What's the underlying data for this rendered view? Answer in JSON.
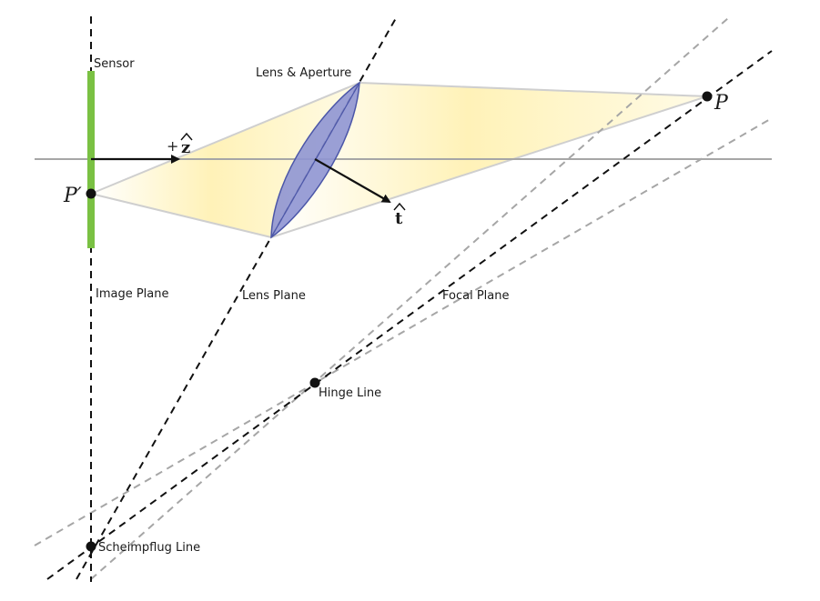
{
  "labels": {
    "sensor": "Sensor",
    "lens_aperture": "Lens & Aperture",
    "image_plane": "Image Plane",
    "lens_plane": "Lens Plane",
    "focal_plane": "Focal Plane",
    "hinge_line": "Hinge Line",
    "scheimpflug_line": "Scheimpflug Line",
    "point_p": "P",
    "point_p_prime": "P′",
    "z_sign": "+",
    "z_vector": "z",
    "t_vector": "t"
  },
  "colors": {
    "sensor": "#7ac143",
    "lens_fill": "#8f95d3",
    "lens_stroke": "#4b56a8",
    "cone_fill": "#fff4c2",
    "cone_stroke": "#cccccc",
    "axis": "#a6a6a6",
    "dashed_black": "#111111",
    "dashed_gray": "#a6a6a6"
  }
}
